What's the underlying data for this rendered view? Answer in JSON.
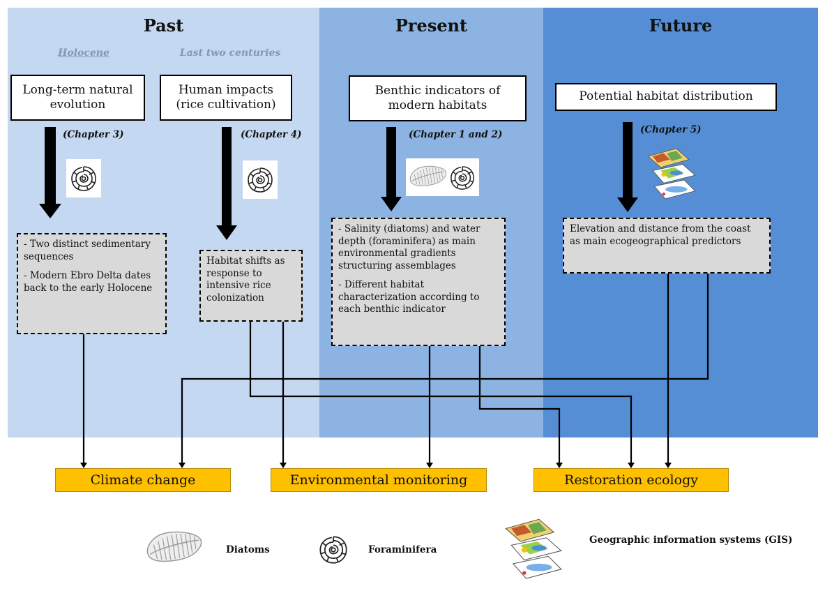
{
  "columns": {
    "past": {
      "title": "Past",
      "color": "#c5d8f1"
    },
    "present": {
      "title": "Present",
      "color": "#8db3e2"
    },
    "future": {
      "title": "Future",
      "color": "#558ed5"
    }
  },
  "eras": {
    "holocene": "Holocene",
    "centuries": "Last two centuries"
  },
  "topics": {
    "natural": "Long-term natural evolution",
    "human": "Human impacts (rice cultivation)",
    "benthic": "Benthic indicators of modern habitats",
    "habitat": "Potential habitat distribution"
  },
  "chapters": {
    "ch3": "(Chapter 3)",
    "ch4": "(Chapter 4)",
    "ch12": "(Chapter 1 and 2)",
    "ch5": "(Chapter 5)"
  },
  "findings": {
    "past_1": "- Two distinct sedimentary sequences",
    "past_2": "- Modern Ebro Delta dates back to the early Holocene",
    "human": "Habitat shifts as response to intensive rice colonization",
    "present_1": "- Salinity (diatoms) and water depth (foraminifera) as main environmental gradients structuring assemblages",
    "present_2": "- Different habitat characterization according to each benthic indicator",
    "future": "Elevation and distance from the coast as main ecogeographical predictors"
  },
  "applications": {
    "climate": "Climate change",
    "monitoring": "Environmental monitoring",
    "restoration": "Restoration ecology",
    "color": "#ffc000"
  },
  "legend": {
    "diatoms": "Diatoms",
    "foraminifera": "Foraminifera",
    "gis": "Geographic information systems (GIS)"
  },
  "icons": [
    "foraminifera-icon",
    "diatom-icon",
    "gis-layers-icon"
  ]
}
